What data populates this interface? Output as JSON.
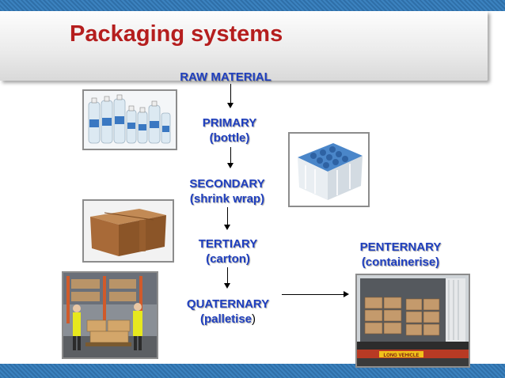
{
  "title": "Packaging systems",
  "steps": {
    "raw": {
      "label": "RAW MATERIAL"
    },
    "primary": {
      "label": "PRIMARY",
      "sub": "(bottle)"
    },
    "secondary": {
      "label": "SECONDARY",
      "sub": "(shrink wrap)"
    },
    "tertiary": {
      "label": "TERTIARY",
      "sub": "(carton)"
    },
    "quaternary": {
      "label": "QUATERNARY",
      "sub": "(palletise",
      "close": ")"
    },
    "penternary": {
      "label": "PENTERNARY",
      "sub": "(containerise)"
    }
  },
  "truck_text": "LONG VEHICLE",
  "colors": {
    "title": "#b51e1e",
    "step_text": "#1f3fbf",
    "band": "#2f6fa8"
  }
}
